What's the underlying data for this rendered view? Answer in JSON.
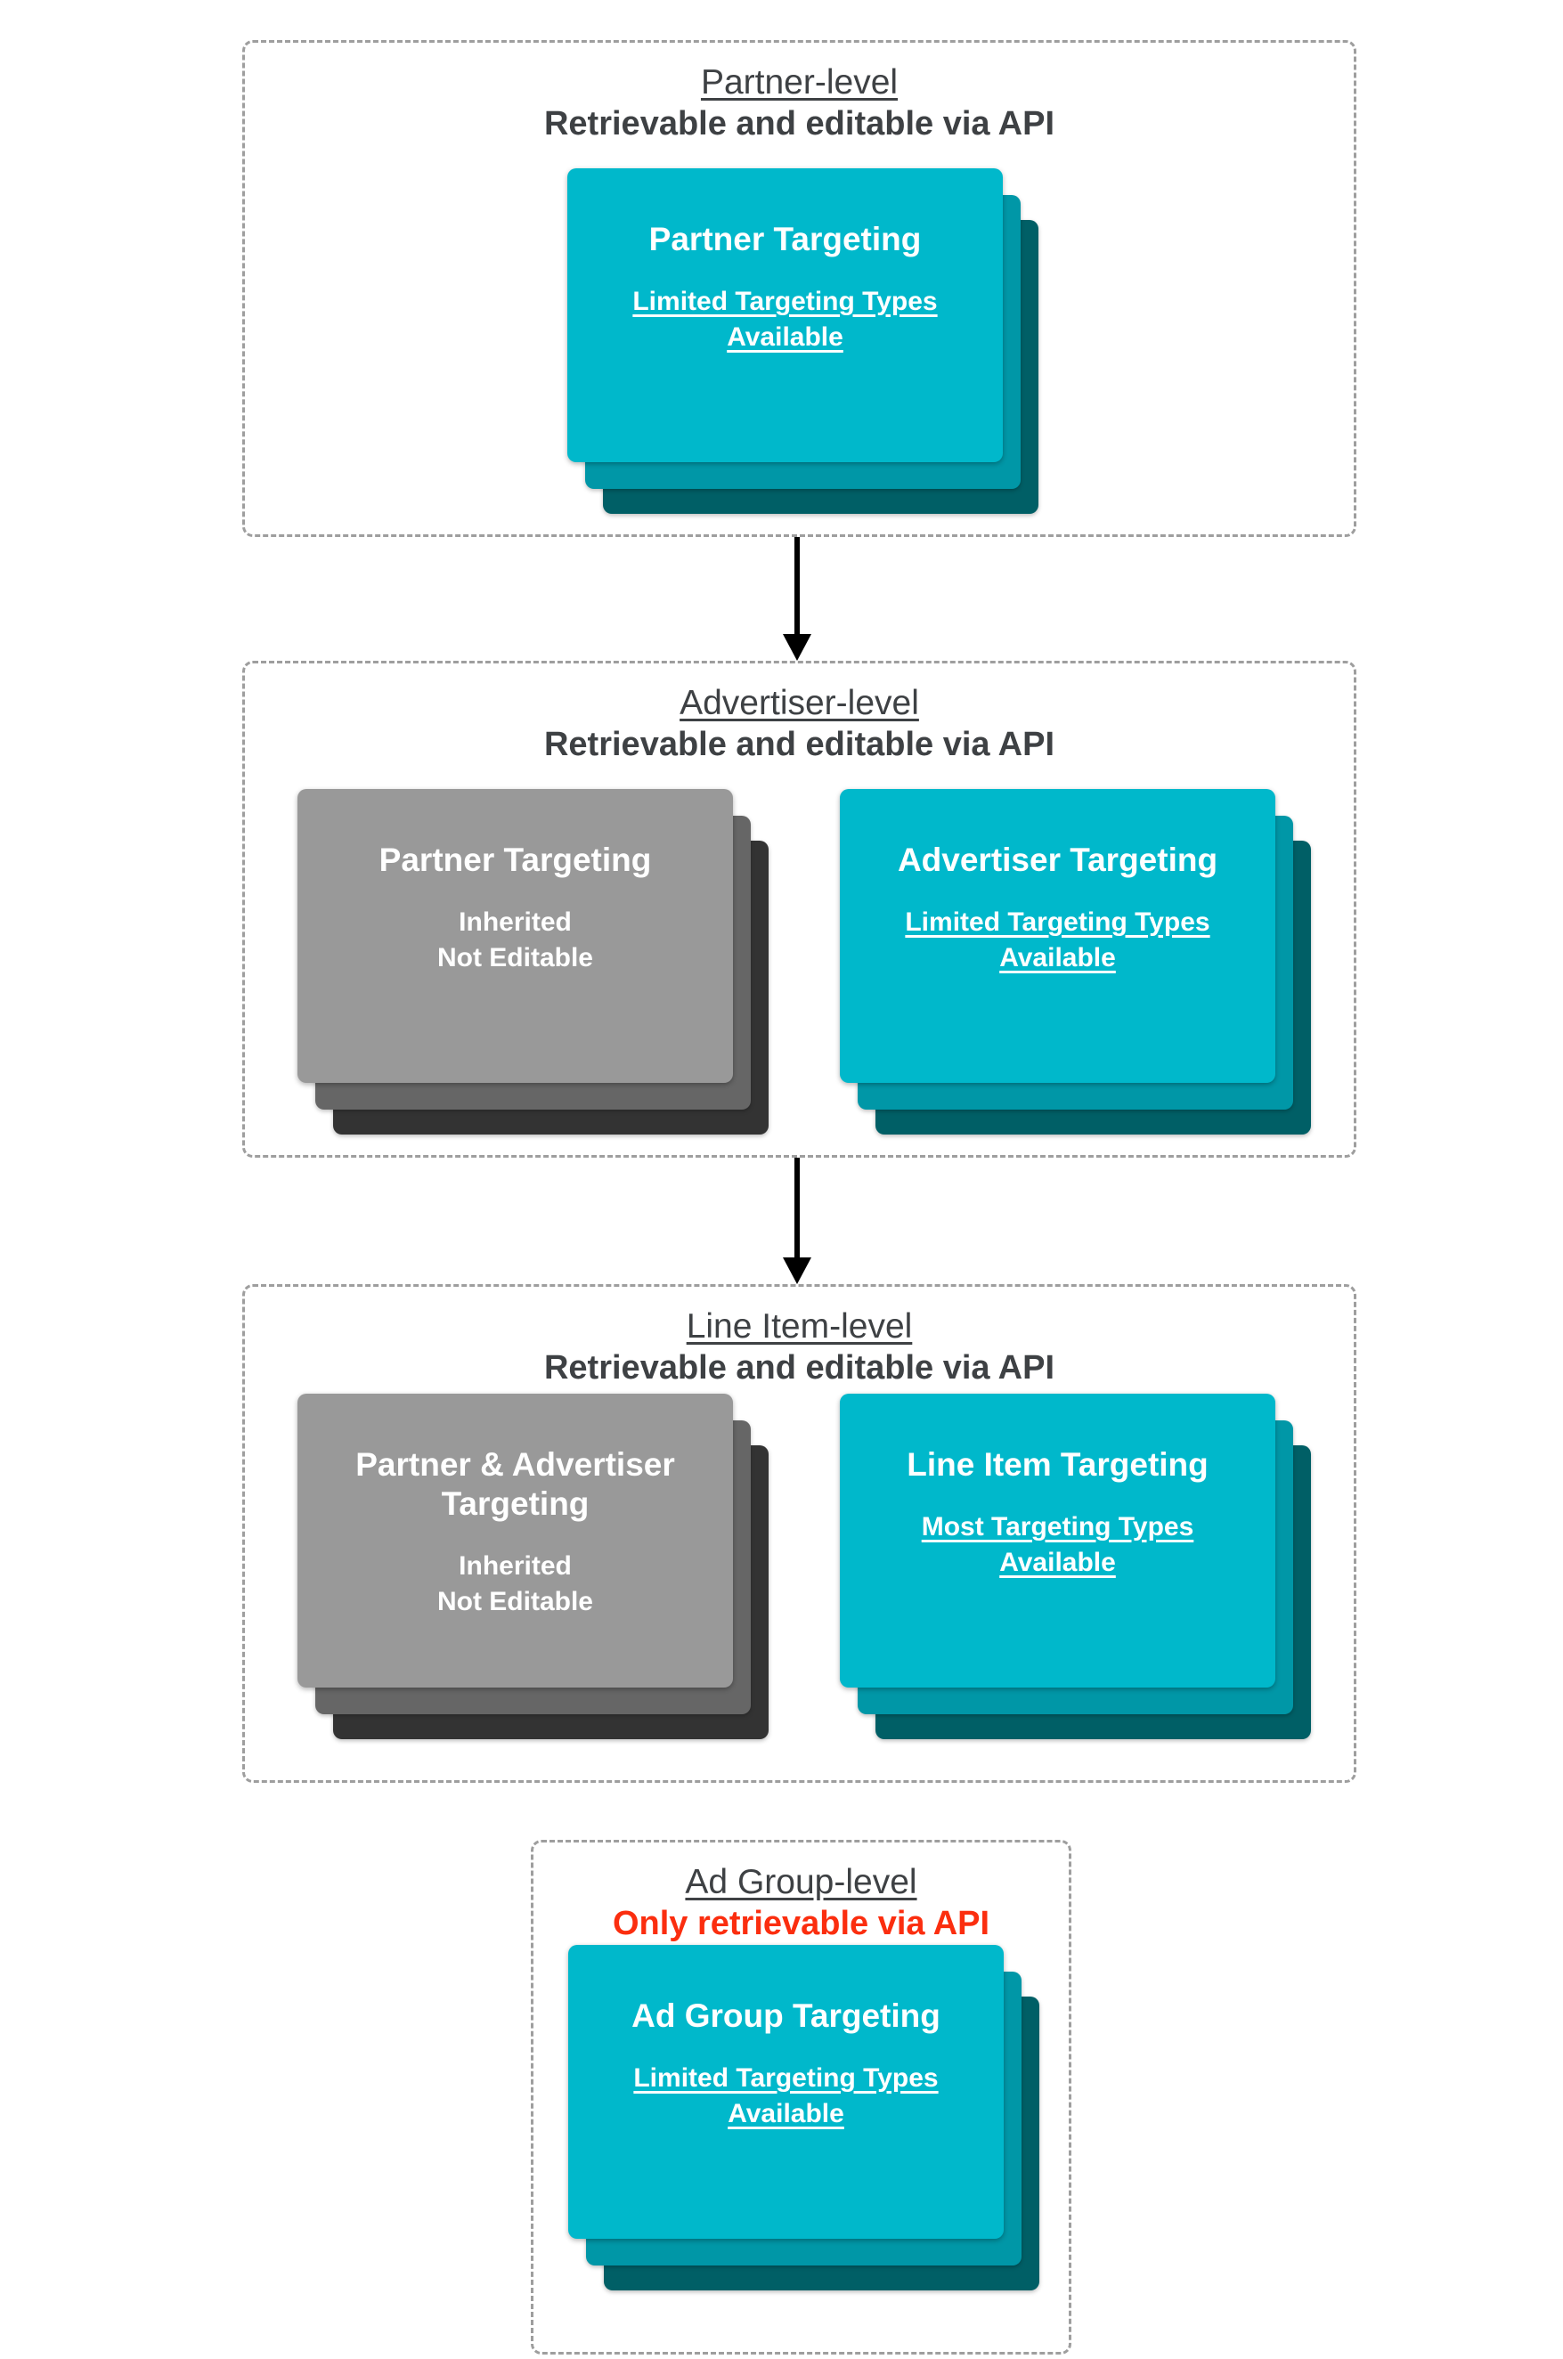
{
  "colors": {
    "teal_card": "#00b8cb",
    "teal_mid_layer": "#0097a7",
    "teal_back_layer": "#005f66",
    "gray_card": "#999999",
    "gray_mid_layer": "#666666",
    "gray_back_layer": "#333333",
    "header_text": "#3e4144",
    "warning_text": "#fb2e0f",
    "dashed_border": "#9e9e9e",
    "card_text": "#ffffff",
    "arrow": "#000000"
  },
  "sections": [
    {
      "title": "Partner-level",
      "subtitle": "Retrievable and editable via API",
      "cards": [
        {
          "style": "teal",
          "title": "Partner Targeting",
          "body": [
            "Limited Targeting Types",
            "Available"
          ],
          "body_underlined": true
        }
      ]
    },
    {
      "title": "Advertiser-level",
      "subtitle": "Retrievable and editable via API",
      "cards": [
        {
          "style": "gray",
          "title": "Partner Targeting",
          "body": [
            "Inherited",
            "Not Editable"
          ],
          "body_underlined": false
        },
        {
          "style": "teal",
          "title": "Advertiser Targeting",
          "body": [
            "Limited Targeting Types",
            "Available"
          ],
          "body_underlined": true
        }
      ]
    },
    {
      "title": "Line Item-level",
      "subtitle": "Retrievable and editable via API",
      "cards": [
        {
          "style": "gray",
          "title": "Partner & Advertiser Targeting",
          "body": [
            "Inherited",
            "Not Editable"
          ],
          "body_underlined": false
        },
        {
          "style": "teal",
          "title": "Line Item Targeting",
          "body": [
            "Most Targeting Types",
            "Available"
          ],
          "body_underlined": true
        }
      ]
    },
    {
      "title": "Ad Group-level",
      "subtitle": "Only retrievable via API",
      "subtitle_red": true,
      "cards": [
        {
          "style": "teal",
          "title": "Ad Group Targeting",
          "body": [
            "Limited Targeting Types",
            "Available"
          ],
          "body_underlined": true
        }
      ]
    }
  ]
}
